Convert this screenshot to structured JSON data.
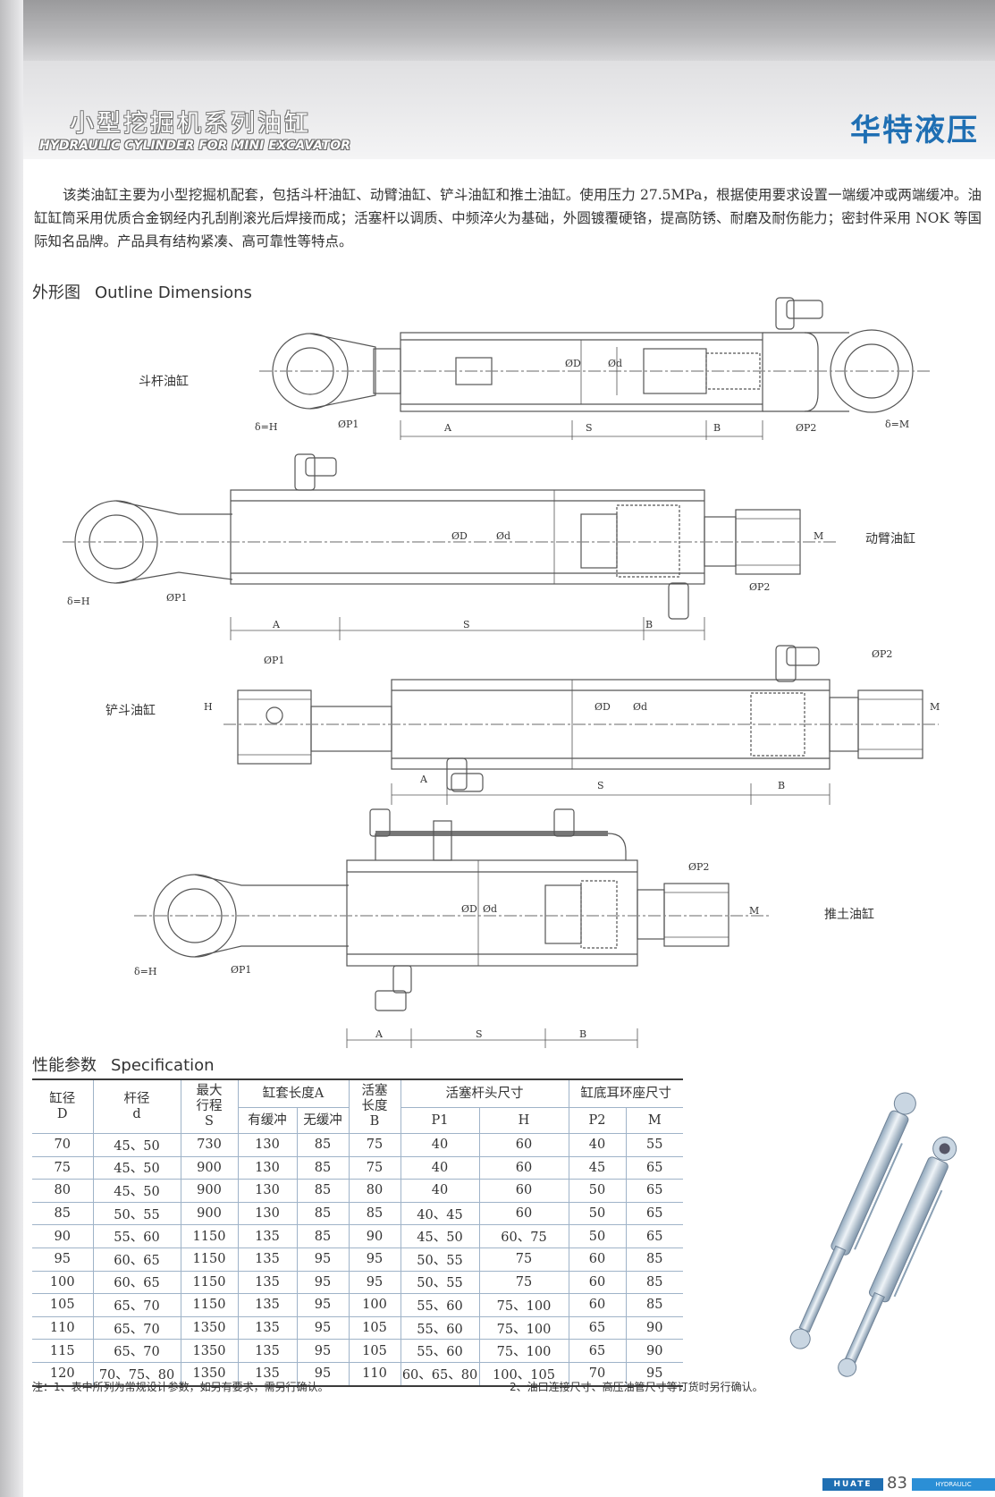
{
  "header": {
    "title_cn": "小型挖掘机系列油缸",
    "title_en": "HYDRAULIC CYLINDER FOR MINI EXCAVATOR",
    "brand": "华特液压"
  },
  "intro": "该类油缸主要为小型挖掘机配套，包括斗杆油缸、动臂油缸、铲斗油缸和推土油缸。使用压力 27.5MPa，根据使用要求设置一端缓冲或两端缓冲。油缸缸筒采用优质合金钢经内孔刮削滚光后焊接而成；活塞杆以调质、中频淬火为基础，外圆镀覆硬铬，提高防锈、耐磨及耐伤能力；密封件采用 NOK 等国际知名品牌。产品具有结构紧凑、高可靠性等特点。",
  "outline": {
    "title_cn": "外形图",
    "title_en": "Outline Dimensions",
    "drawings": [
      {
        "name": "斗杆油缸",
        "labels": [
          "ØD",
          "Ød",
          "δ=H",
          "ØP1",
          "A",
          "S",
          "B",
          "ØP2",
          "δ=M"
        ]
      },
      {
        "name": "动臂油缸",
        "labels": [
          "ØD",
          "Ød",
          "δ=H",
          "ØP1",
          "A",
          "S",
          "B",
          "ØP2",
          "M"
        ]
      },
      {
        "name": "铲斗油缸",
        "labels": [
          "ØP1",
          "H",
          "ØD",
          "Ød",
          "A",
          "S",
          "B",
          "ØP2",
          "M"
        ]
      },
      {
        "name": "推土油缸",
        "labels": [
          "ØD",
          "Ød",
          "δ=H",
          "ØP1",
          "A",
          "S",
          "B",
          "ØP2",
          "M"
        ]
      }
    ]
  },
  "spec": {
    "title_cn": "性能参数",
    "title_en": "Specification",
    "headers": {
      "bore": [
        "缸径",
        "D"
      ],
      "rod": [
        "杆径",
        "d"
      ],
      "stroke": [
        "最大",
        "行程",
        "S"
      ],
      "sleeve": "缸套长度A",
      "sleeve_sub": [
        "有缓冲",
        "无缓冲"
      ],
      "piston": [
        "活塞",
        "长度",
        "B"
      ],
      "rod_head": "活塞杆头尺寸",
      "rod_head_sub": [
        "P1",
        "H"
      ],
      "base": "缸底耳环座尺寸",
      "base_sub": [
        "P2",
        "M"
      ]
    },
    "rows": [
      [
        "70",
        "45、50",
        "730",
        "130",
        "85",
        "75",
        "40",
        "60",
        "40",
        "55"
      ],
      [
        "75",
        "45、50",
        "900",
        "130",
        "85",
        "75",
        "40",
        "60",
        "45",
        "65"
      ],
      [
        "80",
        "45、50",
        "900",
        "130",
        "85",
        "80",
        "40",
        "60",
        "50",
        "65"
      ],
      [
        "85",
        "50、55",
        "900",
        "130",
        "85",
        "85",
        "40、45",
        "60",
        "50",
        "65"
      ],
      [
        "90",
        "55、60",
        "1150",
        "135",
        "85",
        "90",
        "45、50",
        "60、75",
        "50",
        "65"
      ],
      [
        "95",
        "60、65",
        "1150",
        "135",
        "95",
        "95",
        "50、55",
        "75",
        "60",
        "85"
      ],
      [
        "100",
        "60、65",
        "1150",
        "135",
        "95",
        "95",
        "50、55",
        "75",
        "60",
        "85"
      ],
      [
        "105",
        "65、70",
        "1150",
        "135",
        "95",
        "100",
        "55、60",
        "75、100",
        "60",
        "85"
      ],
      [
        "110",
        "65、70",
        "1350",
        "135",
        "95",
        "105",
        "55、60",
        "75、100",
        "65",
        "90"
      ],
      [
        "115",
        "65、70",
        "1350",
        "135",
        "95",
        "105",
        "55、60",
        "75、100",
        "65",
        "90"
      ],
      [
        "120",
        "70、75、80",
        "1350",
        "135",
        "95",
        "110",
        "60、65、80",
        "100、105",
        "70",
        "95"
      ]
    ]
  },
  "notes": {
    "note1": "注：1、表中所列为常规设计参数，如另有要求，需另行确认。",
    "note2": "2、油口连接尺寸、高压油管尺寸等订货时另行确认。"
  },
  "footer": {
    "brand": "HUATE",
    "page": "83",
    "tag": "HYDRAULIC"
  },
  "colors": {
    "brand_blue": "#1f6fb3",
    "table_rule": "#9fb3c8",
    "photo_cylinder": "#c9d6e2"
  }
}
